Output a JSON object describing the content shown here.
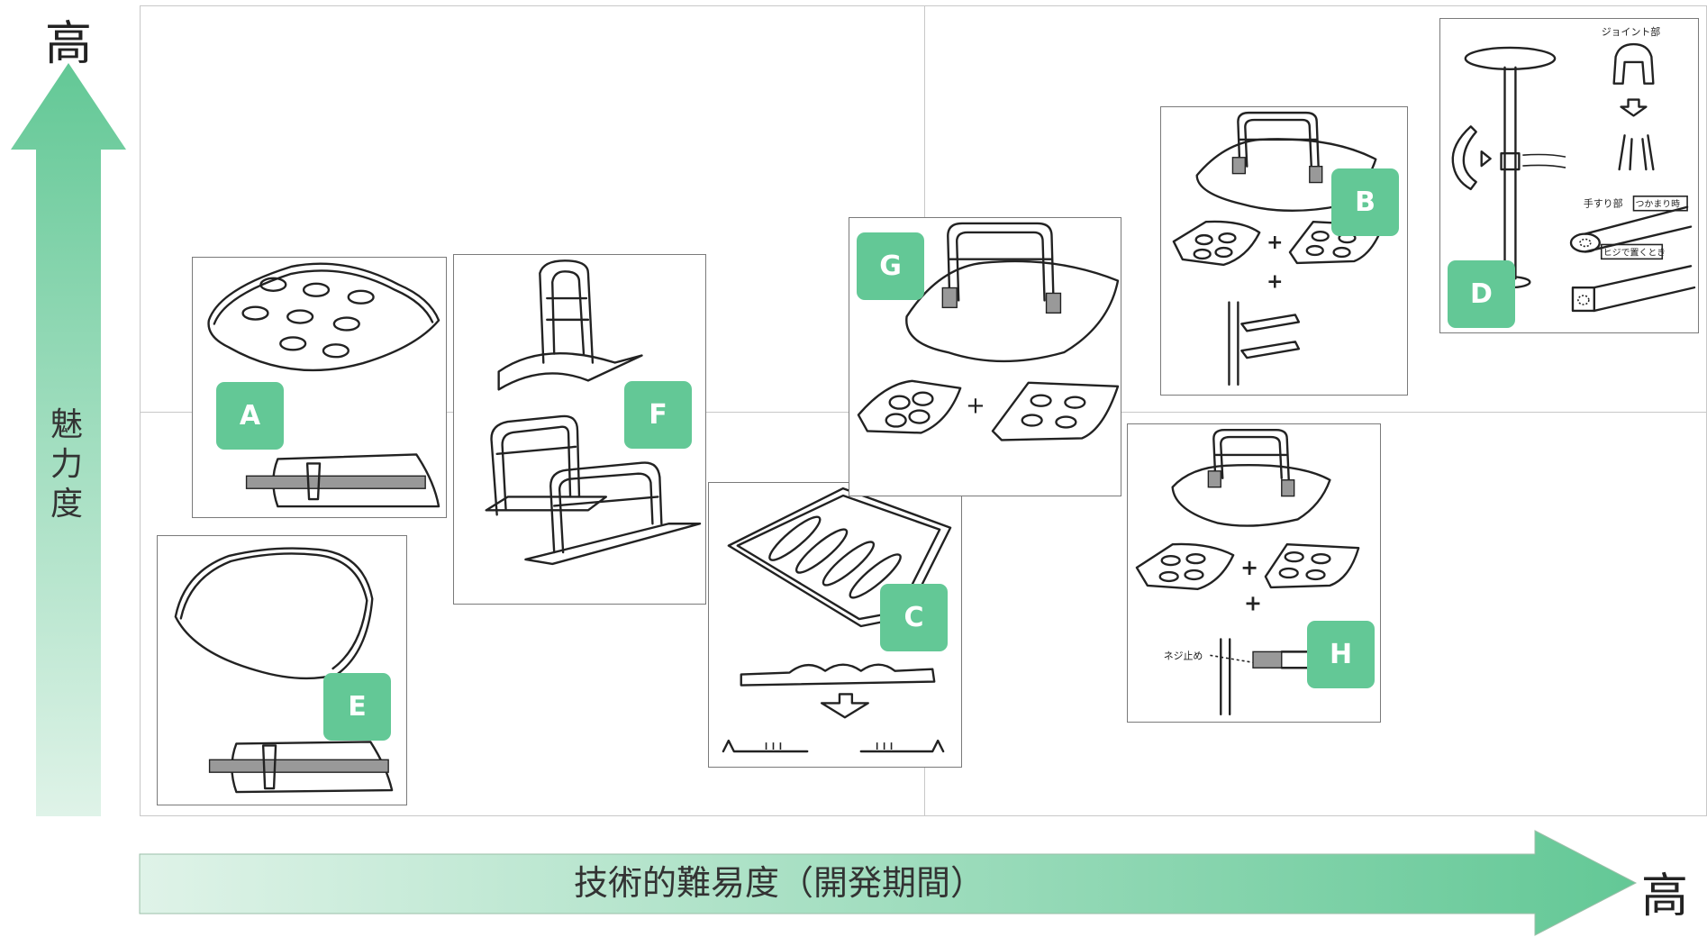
{
  "axes": {
    "y_high": "高",
    "y_label": "魅力度",
    "x_high": "高",
    "x_label": "技術的難易度（開発期間）"
  },
  "colors": {
    "arrow_green": "#63c896",
    "badge_green": "#63c896"
  },
  "concepts": [
    {
      "id": "A",
      "label": "A"
    },
    {
      "id": "B",
      "label": "B"
    },
    {
      "id": "C",
      "label": "C"
    },
    {
      "id": "D",
      "label": "D"
    },
    {
      "id": "E",
      "label": "E"
    },
    {
      "id": "F",
      "label": "F"
    },
    {
      "id": "G",
      "label": "G"
    },
    {
      "id": "H",
      "label": "H"
    }
  ],
  "sketch_notes": {
    "d_joint": "ジョイント部",
    "d_handrail": "手すり部",
    "d_grip": "つかまり時",
    "d_screw": "ヒジで置くとき",
    "h_screw": "ネジ止め"
  }
}
